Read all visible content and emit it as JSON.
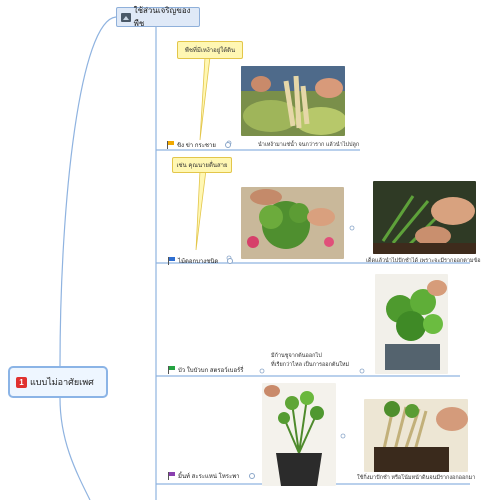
{
  "central": {
    "number": "1",
    "label": "แบบไม่อาศัยเพศ"
  },
  "topic": {
    "icon": "image-icon",
    "label": "ใช้ส่วนเจริญของพืช"
  },
  "callouts": {
    "underground": "พืชที่มีเหง้าอยู่ใต้ดิน",
    "vine": "เช่น คุณนายตื่นสาย"
  },
  "branches": [
    {
      "label": "ขิง ข่า กระชาย",
      "flag_color": "#f0a800",
      "captions": [
        "นำเหง้ามาแช่น้ำ จนกว่าราก แล้วนำไปปลูก"
      ]
    },
    {
      "label": "ไม้ดอกบางชนิด",
      "flag_color": "#2f6fd1",
      "captions": [
        "เด็ดแล้วนำไปปักชำได้ เพราะจะมีรากออกตามข้อ"
      ]
    },
    {
      "label": "บัว ใบบัวบก สตรอว์เบอร์รี่",
      "flag_color": "#24a341",
      "captions": [
        "มีก้านชูจากต้นออกไป",
        "ที่เรียกว่าไหล เป็นการออกต้นใหม่"
      ]
    },
    {
      "label": "มิ้นท์ สะระแหน่ โหระพา",
      "flag_color": "#8a3fb0",
      "captions": [
        "ใช้กิ่งมาปักชำ หรือโน้มหน้าดินจนมีรากงอกออกมา"
      ]
    }
  ],
  "colors": {
    "connector": "#8fb3e0",
    "central_border": "#8bb4e6",
    "topic_fill": "#dfe9f7",
    "callout_fill": "#fff7b3"
  }
}
